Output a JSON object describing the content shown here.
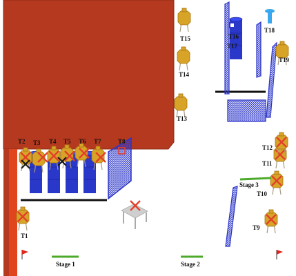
{
  "colors": {
    "building": "#b5391f",
    "building_edge": "#8a2a14",
    "building_shadow": "#e0451e",
    "wall_blue": "#2c35c9",
    "wall_dark": "#16188a",
    "barrel": "#2a38c9",
    "barrel_top": "#3b4cf0",
    "target": "#d8a428",
    "target_edge": "#a87410",
    "target_leg": "#a89a86",
    "no_shoot": "#e2402a",
    "black_x": "#1a1a1a",
    "floor_line": "#111111",
    "stage_green": "#4caa2a",
    "flag_red": "#e0261a",
    "light_blue": "#3aa8ee",
    "table": "#cfcfcf"
  },
  "targets": {
    "t1": "T1",
    "t2": "T2",
    "t3": "T3",
    "t4": "T4",
    "t5": "T5",
    "t6": "T6",
    "t7": "T7",
    "t8": "T8",
    "t9": "T9",
    "t10": "T10",
    "t11": "T11",
    "t12": "T12",
    "t13": "T13",
    "t14": "T14",
    "t15": "T15",
    "t16": "T16",
    "t17": "T17",
    "t18": "T18",
    "t19": "T19"
  },
  "stages": {
    "stage1": "Stage 1",
    "stage2": "Stage 2",
    "stage3": "Stage 3"
  }
}
